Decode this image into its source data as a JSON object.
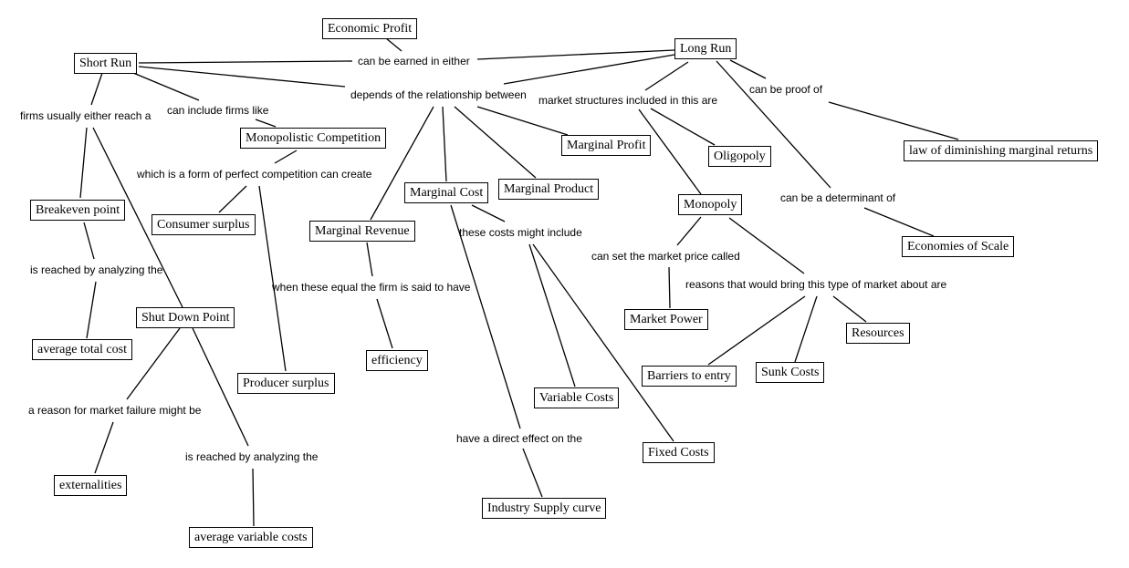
{
  "concept_map": {
    "concepts": {
      "economic_profit": "Economic Profit",
      "short_run": "Short Run",
      "long_run": "Long Run",
      "monopolistic_competition": "Monopolistic Competition",
      "breakeven_point": "Breakeven point",
      "consumer_surplus": "Consumer surplus",
      "marginal_revenue": "Marginal Revenue",
      "marginal_cost": "Marginal Cost",
      "marginal_product": "Marginal Product",
      "marginal_profit": "Marginal Profit",
      "oligopoly": "Oligopoly",
      "monopoly": "Monopoly",
      "law_of_diminishing_marginal_returns": "law of diminishing marginal returns",
      "economies_of_scale": "Economies of Scale",
      "average_total_cost": "average total cost",
      "shut_down_point": "Shut Down Point",
      "producer_surplus": "Producer surplus",
      "efficiency": "efficiency",
      "market_power": "Market Power",
      "resources": "Resources",
      "barriers_to_entry": "Barriers to entry",
      "sunk_costs": "Sunk Costs",
      "variable_costs": "Variable Costs",
      "fixed_costs": "Fixed Costs",
      "externalities": "externalities",
      "industry_supply_curve": "Industry Supply curve",
      "average_variable_costs": "average variable costs"
    },
    "linking_phrases": {
      "can_be_earned_in_either": "can be earned in either",
      "depends_of_the_relationship_between": "depends of the relationship between",
      "market_structures_included": "market structures included in this are",
      "can_be_proof_of": "can be proof of",
      "firms_usually_either_reach_a": "firms usually either reach a",
      "can_include_firms_like": "can include firms like",
      "which_is_a_form_of_perfect_competition": "which is a form of perfect competition can create",
      "can_be_a_determinant_of": "can be a determinant of",
      "these_costs_might_include": "these costs might include",
      "can_set_the_market_price_called": "can set the market price called",
      "is_reached_by_analyzing_the_1": "is reached by analyzing the",
      "when_these_equal": "when these equal the firm is said to have",
      "reasons_for_this_market": "reasons that would bring this type of market about are",
      "a_reason_for_market_failure": "a reason for market failure might be",
      "have_a_direct_effect_on_the": "have a direct effect on the",
      "is_reached_by_analyzing_the_2": "is reached by analyzing the"
    }
  }
}
